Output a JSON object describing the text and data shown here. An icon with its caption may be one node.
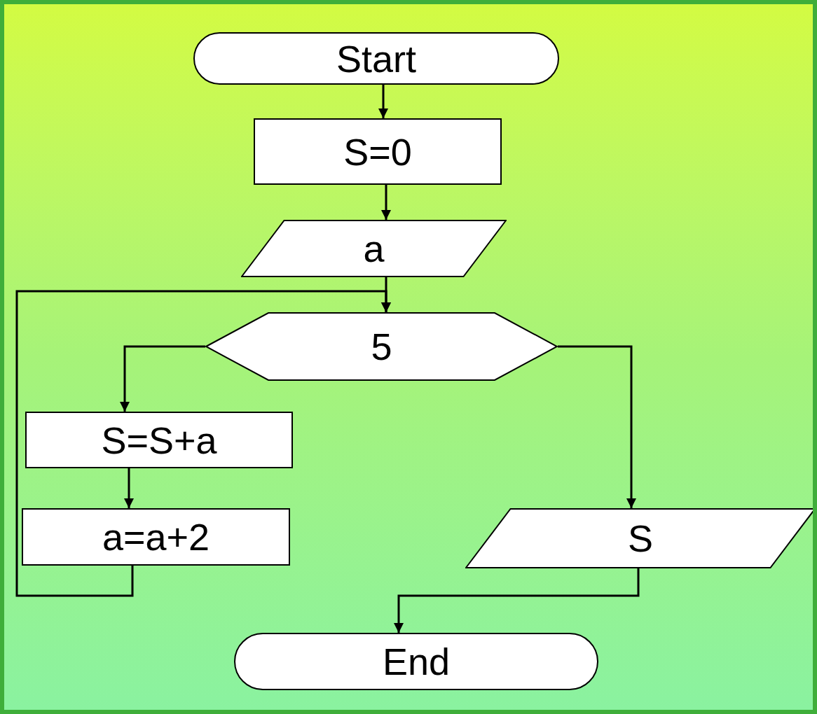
{
  "diagram": {
    "nodes": [
      {
        "text": [
          "Start"
        ]
      },
      {
        "text": [
          "S=0"
        ]
      },
      {
        "text": [
          "a"
        ]
      },
      {
        "text": [
          "5"
        ]
      },
      {
        "text": [
          "S=S+a"
        ]
      },
      {
        "text": [
          "a=a+2"
        ]
      },
      {
        "text": [
          "S"
        ]
      },
      {
        "text": [
          "End"
        ]
      }
    ],
    "edges": [
      {
        "from": 0,
        "to": 1,
        "arrow": "to"
      },
      {
        "from": 1,
        "to": 2,
        "arrow": "to"
      },
      {
        "from": 2,
        "to": 3,
        "arrow": "to"
      },
      {
        "from": 3,
        "to": 4,
        "arrow": "to"
      },
      {
        "from": 4,
        "to": 5,
        "arrow": "to"
      },
      {
        "from": 5,
        "to": 3,
        "arrow": "to"
      },
      {
        "from": 3,
        "to": 6,
        "arrow": "to"
      },
      {
        "from": 6,
        "to": 7,
        "arrow": "to"
      }
    ]
  }
}
